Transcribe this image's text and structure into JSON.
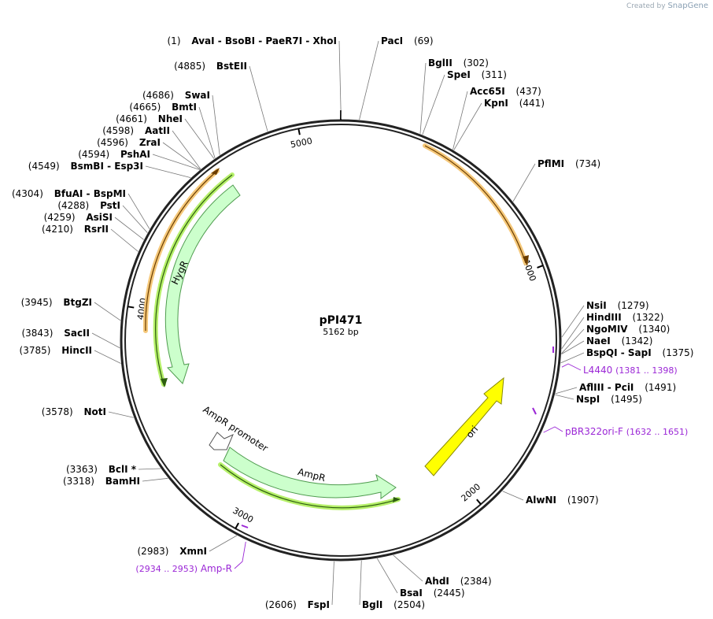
{
  "credit": {
    "prefix": "Created by",
    "brand": "SnapGene"
  },
  "plasmid": {
    "name": "pPI471",
    "length_label": "5162 bp",
    "length": 5162
  },
  "ring_ticks": [
    {
      "label": "1000",
      "bp": 1000
    },
    {
      "label": "2000",
      "bp": 2000
    },
    {
      "label": "3000",
      "bp": 3000
    },
    {
      "label": "4000",
      "bp": 4000
    },
    {
      "label": "5000",
      "bp": 5000
    }
  ],
  "enzymes": [
    {
      "id": "avai",
      "pos": "(1)",
      "names": "AvaI  - BsoBI  - PaeR7I  - XhoI",
      "bp": 1,
      "side": "left"
    },
    {
      "id": "paci",
      "pos": "(69)",
      "names": "PacI",
      "bp": 69,
      "side": "right"
    },
    {
      "id": "bglii",
      "pos": "(302)",
      "names": "BglII",
      "bp": 302,
      "side": "right"
    },
    {
      "id": "spei",
      "pos": "(311)",
      "names": "SpeI",
      "bp": 311,
      "side": "right"
    },
    {
      "id": "acc65i",
      "pos": "(437)",
      "names": "Acc65I",
      "bp": 437,
      "side": "right"
    },
    {
      "id": "kpni",
      "pos": "(441)",
      "names": "KpnI",
      "bp": 441,
      "side": "right"
    },
    {
      "id": "pflmi",
      "pos": "(734)",
      "names": "PflMI",
      "bp": 734,
      "side": "right"
    },
    {
      "id": "nsii",
      "pos": "(1279)",
      "names": "NsiI",
      "bp": 1279,
      "side": "right"
    },
    {
      "id": "hindiii",
      "pos": "(1322)",
      "names": "HindIII",
      "bp": 1322,
      "side": "right"
    },
    {
      "id": "ngomiv",
      "pos": "(1340)",
      "names": "NgoMIV",
      "bp": 1340,
      "side": "right"
    },
    {
      "id": "naei",
      "pos": "(1342)",
      "names": "NaeI",
      "bp": 1342,
      "side": "right"
    },
    {
      "id": "bspqi",
      "pos": "(1375)",
      "names": "BspQI  - SapI",
      "bp": 1375,
      "side": "right"
    },
    {
      "id": "afliii",
      "pos": "(1491)",
      "names": "AflIII  - PciI",
      "bp": 1491,
      "side": "right"
    },
    {
      "id": "nspi",
      "pos": "(1495)",
      "names": "NspI",
      "bp": 1495,
      "side": "right"
    },
    {
      "id": "alwni",
      "pos": "(1907)",
      "names": "AlwNI",
      "bp": 1907,
      "side": "right"
    },
    {
      "id": "ahdi",
      "pos": "(2384)",
      "names": "AhdI",
      "bp": 2384,
      "side": "right"
    },
    {
      "id": "bsai",
      "pos": "(2445)",
      "names": "BsaI",
      "bp": 2445,
      "side": "right"
    },
    {
      "id": "bgli",
      "pos": "(2504)",
      "names": "BglI",
      "bp": 2504,
      "side": "right"
    },
    {
      "id": "fspi",
      "pos": "(2606)",
      "names": "FspI",
      "bp": 2606,
      "side": "left"
    },
    {
      "id": "xmni",
      "pos": "(2983)",
      "names": "XmnI",
      "bp": 2983,
      "side": "left"
    },
    {
      "id": "bamhi",
      "pos": "(3318)",
      "names": "BamHI",
      "bp": 3318,
      "side": "left"
    },
    {
      "id": "bcli",
      "pos": "(3363)",
      "names": "BclI *",
      "bp": 3363,
      "side": "left"
    },
    {
      "id": "noti",
      "pos": "(3578)",
      "names": "NotI",
      "bp": 3578,
      "side": "left"
    },
    {
      "id": "hincii",
      "pos": "(3785)",
      "names": "HincII",
      "bp": 3785,
      "side": "left"
    },
    {
      "id": "sacii",
      "pos": "(3843)",
      "names": "SacII",
      "bp": 3843,
      "side": "left"
    },
    {
      "id": "btgzi",
      "pos": "(3945)",
      "names": "BtgZI",
      "bp": 3945,
      "side": "left"
    },
    {
      "id": "rsrii",
      "pos": "(4210)",
      "names": "RsrII",
      "bp": 4210,
      "side": "left"
    },
    {
      "id": "asisi",
      "pos": "(4259)",
      "names": "AsiSI",
      "bp": 4259,
      "side": "left"
    },
    {
      "id": "psti",
      "pos": "(4288)",
      "names": "PstI",
      "bp": 4288,
      "side": "left"
    },
    {
      "id": "bfuai",
      "pos": "(4304)",
      "names": "BfuAI  - BspMI",
      "bp": 4304,
      "side": "left"
    },
    {
      "id": "bsmbi",
      "pos": "(4549)",
      "names": "BsmBI  - Esp3I",
      "bp": 4549,
      "side": "left"
    },
    {
      "id": "pshai",
      "pos": "(4594)",
      "names": "PshAI",
      "bp": 4594,
      "side": "left"
    },
    {
      "id": "zrai",
      "pos": "(4596)",
      "names": "ZraI",
      "bp": 4596,
      "side": "left"
    },
    {
      "id": "aatii",
      "pos": "(4598)",
      "names": "AatII",
      "bp": 4598,
      "side": "left"
    },
    {
      "id": "nhei",
      "pos": "(4661)",
      "names": "NheI",
      "bp": 4661,
      "side": "left"
    },
    {
      "id": "bmti",
      "pos": "(4665)",
      "names": "BmtI",
      "bp": 4665,
      "side": "left"
    },
    {
      "id": "swai",
      "pos": "(4686)",
      "names": "SwaI",
      "bp": 4686,
      "side": "left"
    },
    {
      "id": "bsteii",
      "pos": "(4885)",
      "names": "BstEII",
      "bp": 4885,
      "side": "left"
    }
  ],
  "primers": [
    {
      "id": "l4440",
      "name": "L4440",
      "range": "(1381 .. 1398)",
      "bp": 1390,
      "side": "right"
    },
    {
      "id": "pbr322ori-f",
      "name": "pBR322ori-F",
      "range": "(1632 .. 1651)",
      "bp": 1641,
      "side": "right"
    },
    {
      "id": "amp-r",
      "name": "Amp-R",
      "range": "(2934 .. 2953)",
      "bp": 2943,
      "side": "left"
    }
  ],
  "features": [
    {
      "id": "ori",
      "label": "ori",
      "color": "#ffff00",
      "stroke": "#8a8a00"
    },
    {
      "id": "ampr",
      "label": "AmpR",
      "color": "#ccffcc",
      "stroke": "#4f9c4f"
    },
    {
      "id": "ampr-promoter",
      "label": "AmpR promoter",
      "color": "#ffffff",
      "stroke": "#555555"
    },
    {
      "id": "hygr",
      "label": "HygR",
      "color": "#ccffcc",
      "stroke": "#4f9c4f"
    }
  ],
  "colors": {
    "backbone": "#222222",
    "primer": "#9b27d6",
    "orf_orange": "#f5c87a",
    "orf_green": "#b6f06a"
  }
}
